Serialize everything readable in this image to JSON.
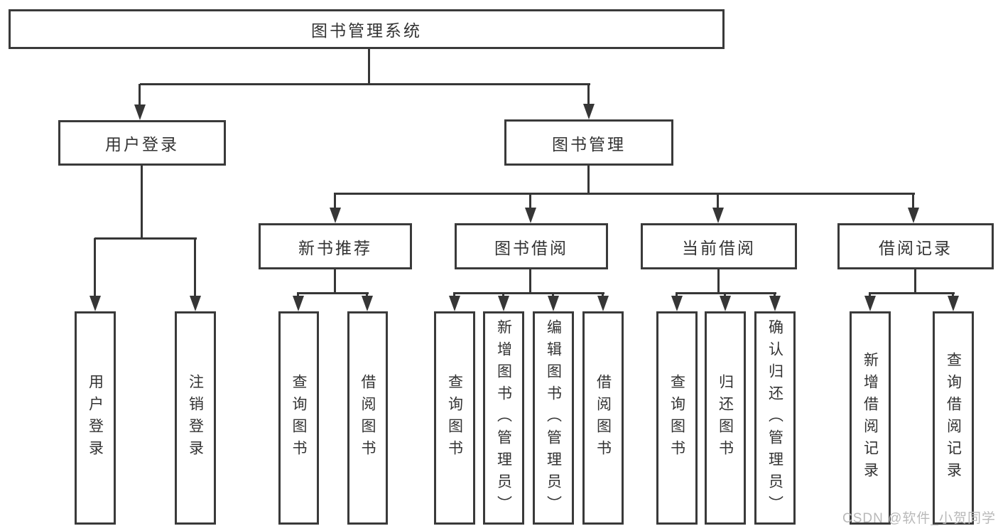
{
  "diagram_type": "hierarchy-tree",
  "colors": {
    "background": "#ffffff",
    "line": "#363636",
    "box_border": "#3a3a3a",
    "text": "#333333",
    "watermark": "#b9b9b9"
  },
  "nodes": {
    "root": "图书管理系统",
    "user_login": "用户登录",
    "book_mgmt": "图书管理",
    "new_book_rec": "新书推荐",
    "book_borrow": "图书借阅",
    "current_borrow": "当前借阅",
    "borrow_record": "借阅记录",
    "leaves": {
      "user_login": "用户登录",
      "logout": "注销登录",
      "nb_query": "查询图书",
      "nb_borrow": "借阅图书",
      "bb_query": "查询图书",
      "bb_add": "新增图书（管理员）",
      "bb_edit": "编辑图书（管理员）",
      "bb_borrow": "借阅图书",
      "cb_query": "查询图书",
      "cb_return": "归还图书",
      "cb_confirm": "确认归还（管理员）",
      "br_add": "新增借阅记录",
      "br_query": "查询借阅记录"
    }
  },
  "watermark": "CSDN @软件_小贺同学",
  "hierarchy": {
    "图书管理系统": {
      "用户登录": [
        "用户登录",
        "注销登录"
      ],
      "图书管理": {
        "新书推荐": [
          "查询图书",
          "借阅图书"
        ],
        "图书借阅": [
          "查询图书",
          "新增图书（管理员）",
          "编辑图书（管理员）",
          "借阅图书"
        ],
        "当前借阅": [
          "查询图书",
          "归还图书",
          "确认归还（管理员）"
        ],
        "借阅记录": [
          "新增借阅记录",
          "查询借阅记录"
        ]
      }
    }
  }
}
